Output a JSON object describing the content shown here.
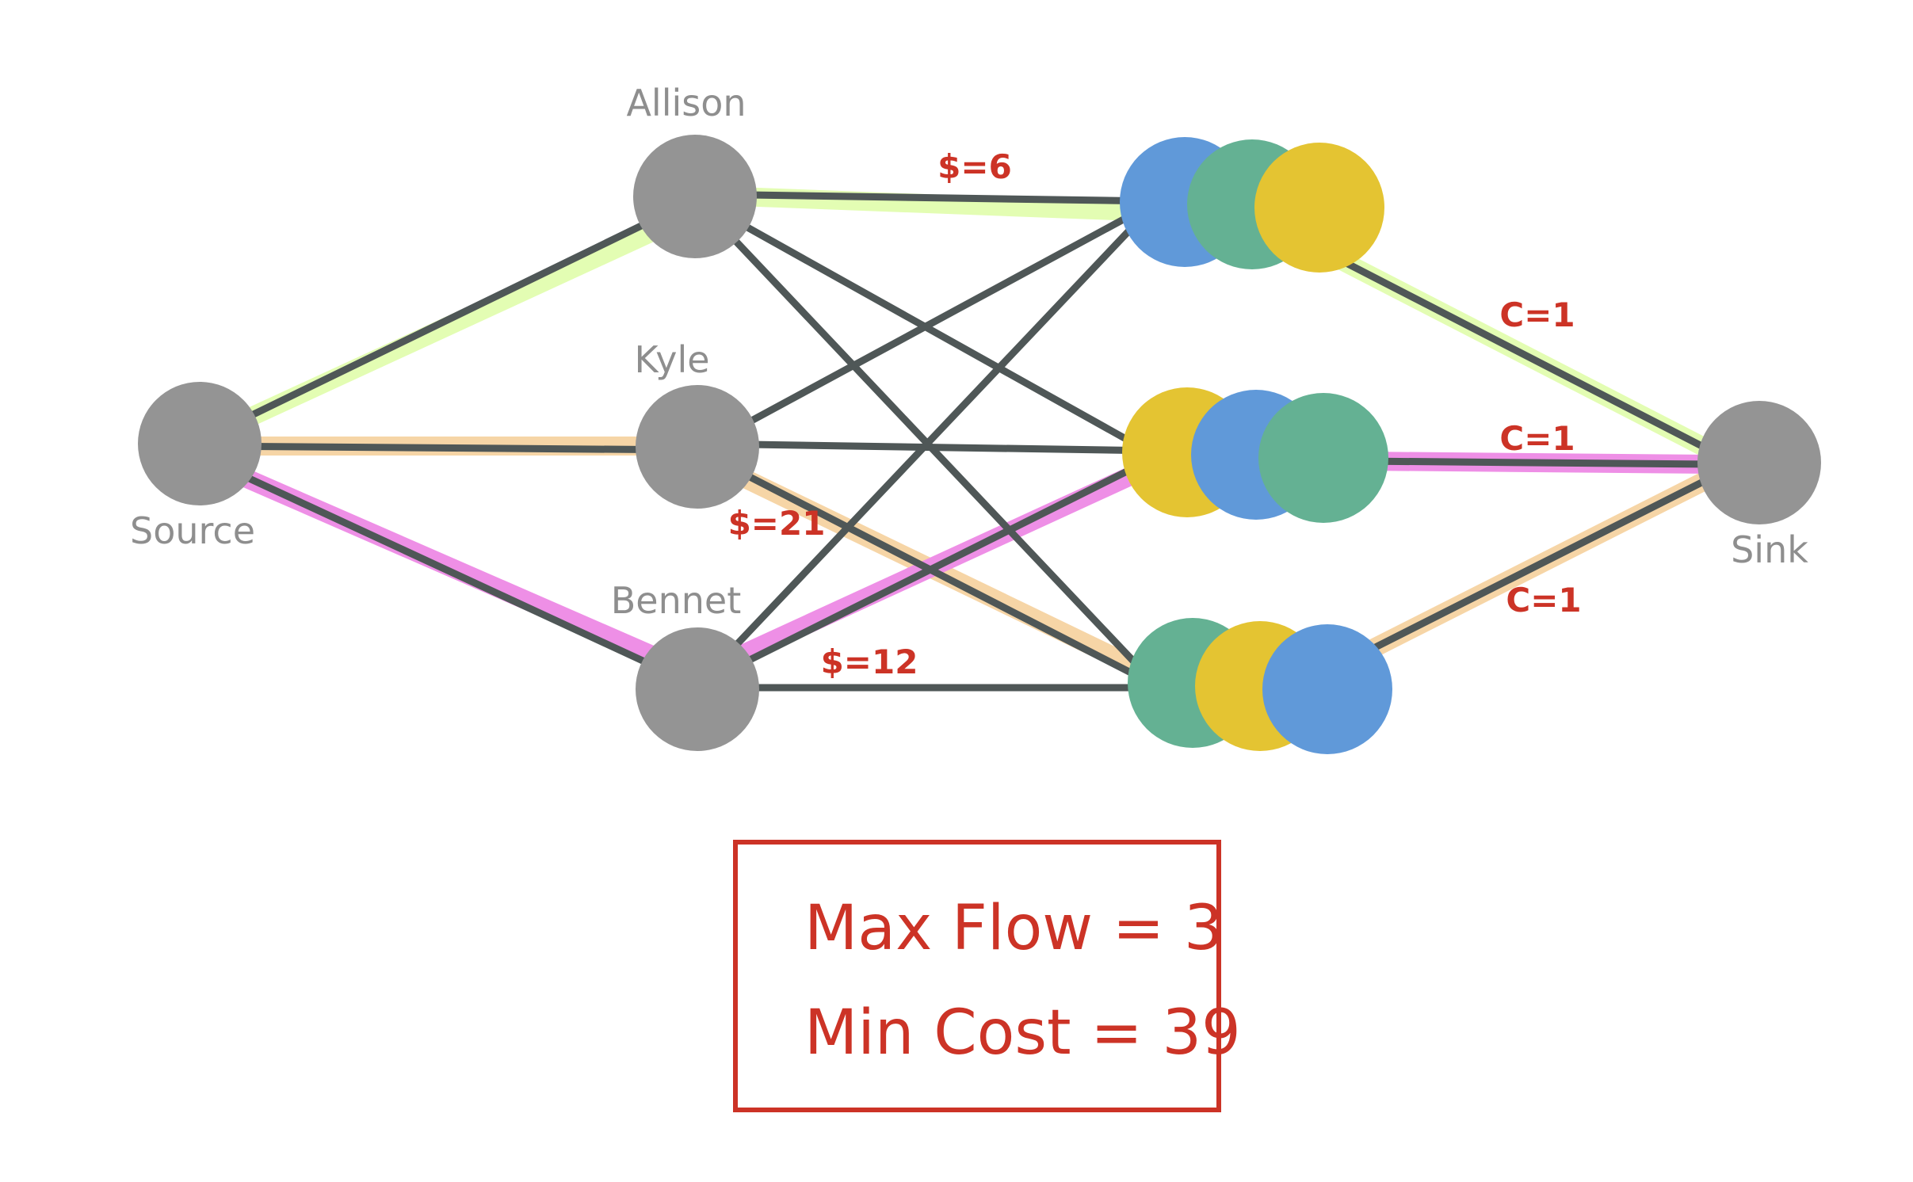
{
  "nodes": {
    "source": {
      "label": "Source"
    },
    "allison": {
      "label": "Allison"
    },
    "kyle": {
      "label": "Kyle"
    },
    "bennet": {
      "label": "Bennet"
    },
    "sink": {
      "label": "Sink"
    }
  },
  "edge_labels": {
    "allison_cost": "$=6",
    "kyle_cost": "$=21",
    "bennet_cost": "$=12",
    "cap_top": "C=1",
    "cap_mid": "C=1",
    "cap_bottom": "C=1"
  },
  "result": {
    "max_flow": "Max Flow = 3",
    "min_cost": "Min Cost = 39"
  },
  "colors": {
    "node_gray": "#949494",
    "edge_dark": "#4f5757",
    "highlight_green": "#e3fdb3",
    "highlight_orange": "#f6d5a6",
    "highlight_pink": "#ee8fe6",
    "blue": "#6099d9",
    "teal": "#64b193",
    "yellow": "#e4c432",
    "red": "#cc3326"
  }
}
